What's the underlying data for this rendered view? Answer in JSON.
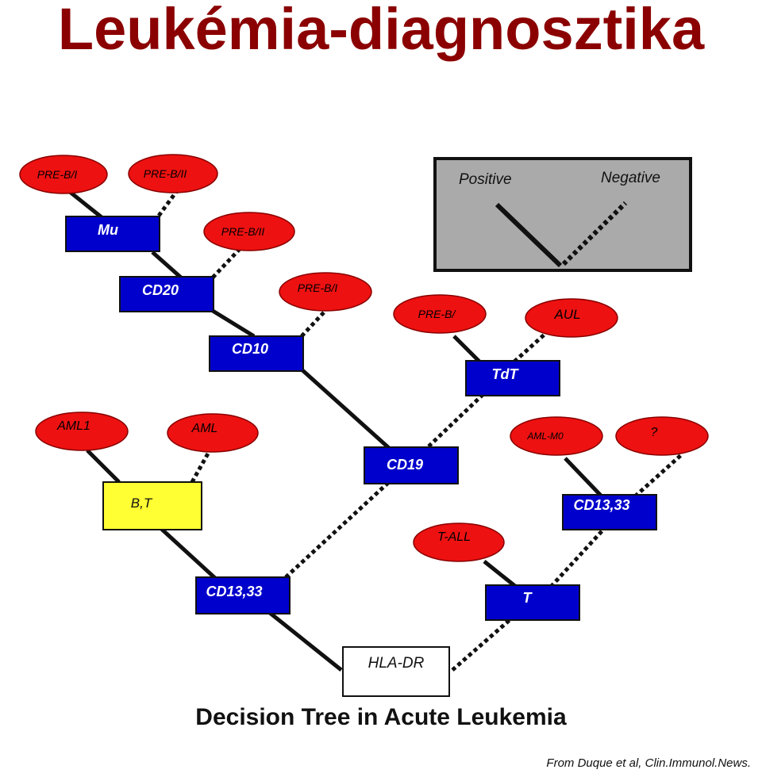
{
  "title": "Leukémia-diagnosztika",
  "caption": "Decision Tree in Acute Leukemia",
  "source": "From Duque et al, Clin.Immunol.News.",
  "legend": {
    "positive": "Positive",
    "negative": "Negative"
  },
  "colors": {
    "title": "#8b0000",
    "marker": "#0000cc",
    "outcome": "#ee1111",
    "bt_box": "#ffff33",
    "root_box": "#ffffff",
    "legend_bg": "#aaaaaa"
  },
  "nodes": {
    "hla_dr": "HLA-DR",
    "cd13_33_left": "CD13,33",
    "bt": "B,T",
    "aml1": "AML1",
    "aml": "AML",
    "cd19": "CD19",
    "cd10": "CD10",
    "pre_bii": "PRE-B/I",
    "cd20": "CD20",
    "pre_biii": "PRE-B/II",
    "mu": "Mu",
    "pre_bi_1": "PRE-B/I",
    "pre_bi_2": "PRE-B/II",
    "tdt": "TdT",
    "pre_bi": "PRE-B/",
    "aul": "AUL",
    "t": "T",
    "t_all": "T-ALL",
    "cd13_33_right": "CD13,33",
    "aml_m0": "AML-M0",
    "unknown": "?"
  }
}
